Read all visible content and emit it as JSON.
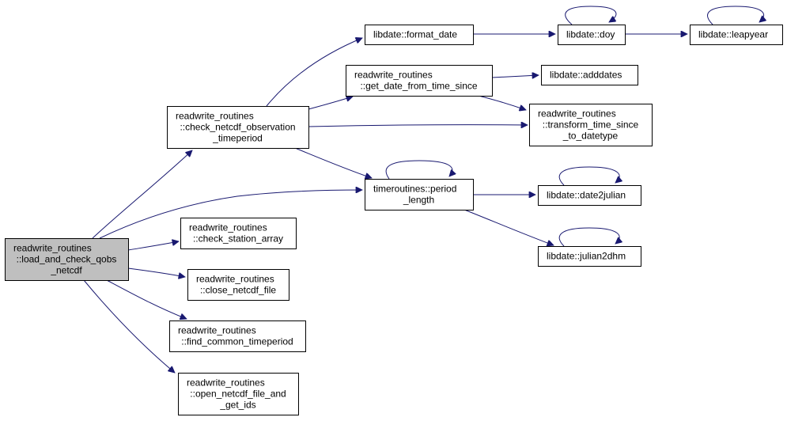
{
  "graph": {
    "colors": {
      "edge": "#191970",
      "root_fill": "#bfbfbf",
      "node_fill": "#ffffff",
      "border": "#000000"
    },
    "nodes": [
      {
        "id": "load_and_check_qobs_netcdf",
        "lines": [
          "readwrite_routines",
          "::load_and_check_qobs",
          "_netcdf"
        ],
        "root": true
      },
      {
        "id": "check_netcdf_observation_timeperiod",
        "lines": [
          "readwrite_routines",
          "::check_netcdf_observation",
          "_timeperiod"
        ]
      },
      {
        "id": "check_station_array",
        "lines": [
          "readwrite_routines",
          "::check_station_array"
        ]
      },
      {
        "id": "close_netcdf_file",
        "lines": [
          "readwrite_routines",
          "::close_netcdf_file"
        ]
      },
      {
        "id": "find_common_timeperiod",
        "lines": [
          "readwrite_routines",
          "::find_common_timeperiod"
        ]
      },
      {
        "id": "open_netcdf_file_and_get_ids",
        "lines": [
          "readwrite_routines",
          "::open_netcdf_file_and",
          "_get_ids"
        ]
      },
      {
        "id": "format_date",
        "lines": [
          "libdate::format_date"
        ]
      },
      {
        "id": "get_date_from_time_since",
        "lines": [
          "readwrite_routines",
          "::get_date_from_time_since"
        ]
      },
      {
        "id": "period_length",
        "lines": [
          "timeroutines::period",
          "_length"
        ]
      },
      {
        "id": "doy",
        "lines": [
          "libdate::doy"
        ]
      },
      {
        "id": "leapyear",
        "lines": [
          "libdate::leapyear"
        ]
      },
      {
        "id": "adddates",
        "lines": [
          "libdate::adddates"
        ]
      },
      {
        "id": "transform_time_since_to_datetype",
        "lines": [
          "readwrite_routines",
          "::transform_time_since",
          "_to_datetype"
        ]
      },
      {
        "id": "date2julian",
        "lines": [
          "libdate::date2julian"
        ]
      },
      {
        "id": "julian2dhm",
        "lines": [
          "libdate::julian2dhm"
        ]
      }
    ],
    "edges": [
      {
        "from": "load_and_check_qobs_netcdf",
        "to": "check_netcdf_observation_timeperiod"
      },
      {
        "from": "load_and_check_qobs_netcdf",
        "to": "period_length"
      },
      {
        "from": "load_and_check_qobs_netcdf",
        "to": "check_station_array"
      },
      {
        "from": "load_and_check_qobs_netcdf",
        "to": "close_netcdf_file"
      },
      {
        "from": "load_and_check_qobs_netcdf",
        "to": "find_common_timeperiod"
      },
      {
        "from": "load_and_check_qobs_netcdf",
        "to": "open_netcdf_file_and_get_ids"
      },
      {
        "from": "check_netcdf_observation_timeperiod",
        "to": "format_date"
      },
      {
        "from": "check_netcdf_observation_timeperiod",
        "to": "get_date_from_time_since"
      },
      {
        "from": "check_netcdf_observation_timeperiod",
        "to": "transform_time_since_to_datetype"
      },
      {
        "from": "check_netcdf_observation_timeperiod",
        "to": "period_length"
      },
      {
        "from": "format_date",
        "to": "doy"
      },
      {
        "from": "doy",
        "to": "doy"
      },
      {
        "from": "doy",
        "to": "leapyear"
      },
      {
        "from": "leapyear",
        "to": "leapyear"
      },
      {
        "from": "get_date_from_time_since",
        "to": "adddates"
      },
      {
        "from": "get_date_from_time_since",
        "to": "transform_time_since_to_datetype"
      },
      {
        "from": "period_length",
        "to": "period_length"
      },
      {
        "from": "period_length",
        "to": "date2julian"
      },
      {
        "from": "period_length",
        "to": "julian2dhm"
      },
      {
        "from": "date2julian",
        "to": "date2julian"
      },
      {
        "from": "julian2dhm",
        "to": "julian2dhm"
      }
    ]
  }
}
